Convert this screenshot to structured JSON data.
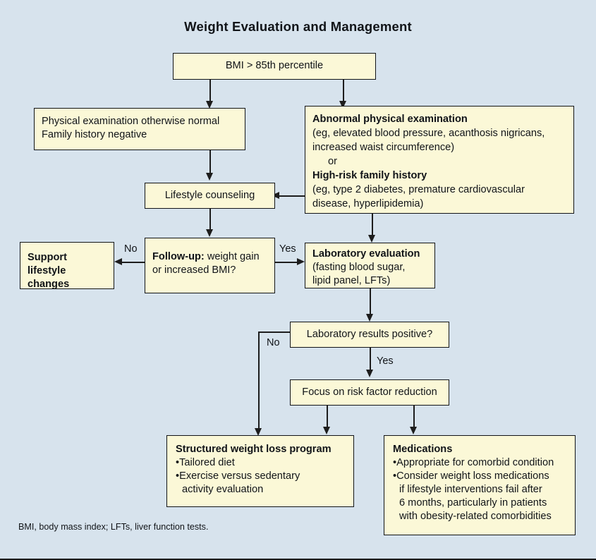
{
  "title": "Weight Evaluation and Management",
  "nodes": {
    "bmi": {
      "label": "BMI > 85th percentile"
    },
    "normal_exam": {
      "line1": "Physical examination otherwise normal",
      "line2": "Family history negative"
    },
    "abnormal_exam": {
      "heading1": "Abnormal physical examination",
      "detail1a": "(eg, elevated blood pressure, acanthosis nigricans,",
      "detail1b": "increased waist circumference)",
      "connector": "or",
      "heading2": "High-risk family history",
      "detail2a": "(eg, type 2 diabetes, premature cardiovascular",
      "detail2b": "disease, hyperlipidemia)"
    },
    "lifestyle": {
      "label": "Lifestyle counseling"
    },
    "support": {
      "line1": "Support lifestyle",
      "line2": "changes"
    },
    "followup": {
      "bold": "Follow-up:",
      "rest": " weight gain",
      "line2": "or increased BMI?"
    },
    "lab_eval": {
      "heading": "Laboratory evaluation",
      "detail1": "(fasting blood sugar,",
      "detail2": "lipid panel, LFTs)"
    },
    "lab_results": {
      "label": "Laboratory results positive?"
    },
    "focus": {
      "label": "Focus on risk factor reduction"
    },
    "structured": {
      "heading": "Structured weight loss program",
      "bullet1": "•Tailored diet",
      "bullet2": "•Exercise versus sedentary",
      "bullet2_cont": "activity evaluation"
    },
    "medications": {
      "heading": "Medications",
      "bullet1": "•Appropriate for comorbid condition",
      "bullet2": "•Consider weight loss medications",
      "bullet2_cont1": "if lifestyle interventions fail after",
      "bullet2_cont2": "6 months, particularly in patients",
      "bullet2_cont3": "with obesity-related comorbidities"
    }
  },
  "edge_labels": {
    "followup_no": "No",
    "followup_yes": "Yes",
    "lab_no": "No",
    "lab_yes": "Yes"
  },
  "footnote": "BMI, body mass index; LFTs, liver function tests.",
  "colors": {
    "background": "#d7e3ed",
    "box_fill": "#fbf8d7",
    "box_border": "#111418",
    "text": "#111418",
    "connector": "#1d1d1d"
  }
}
